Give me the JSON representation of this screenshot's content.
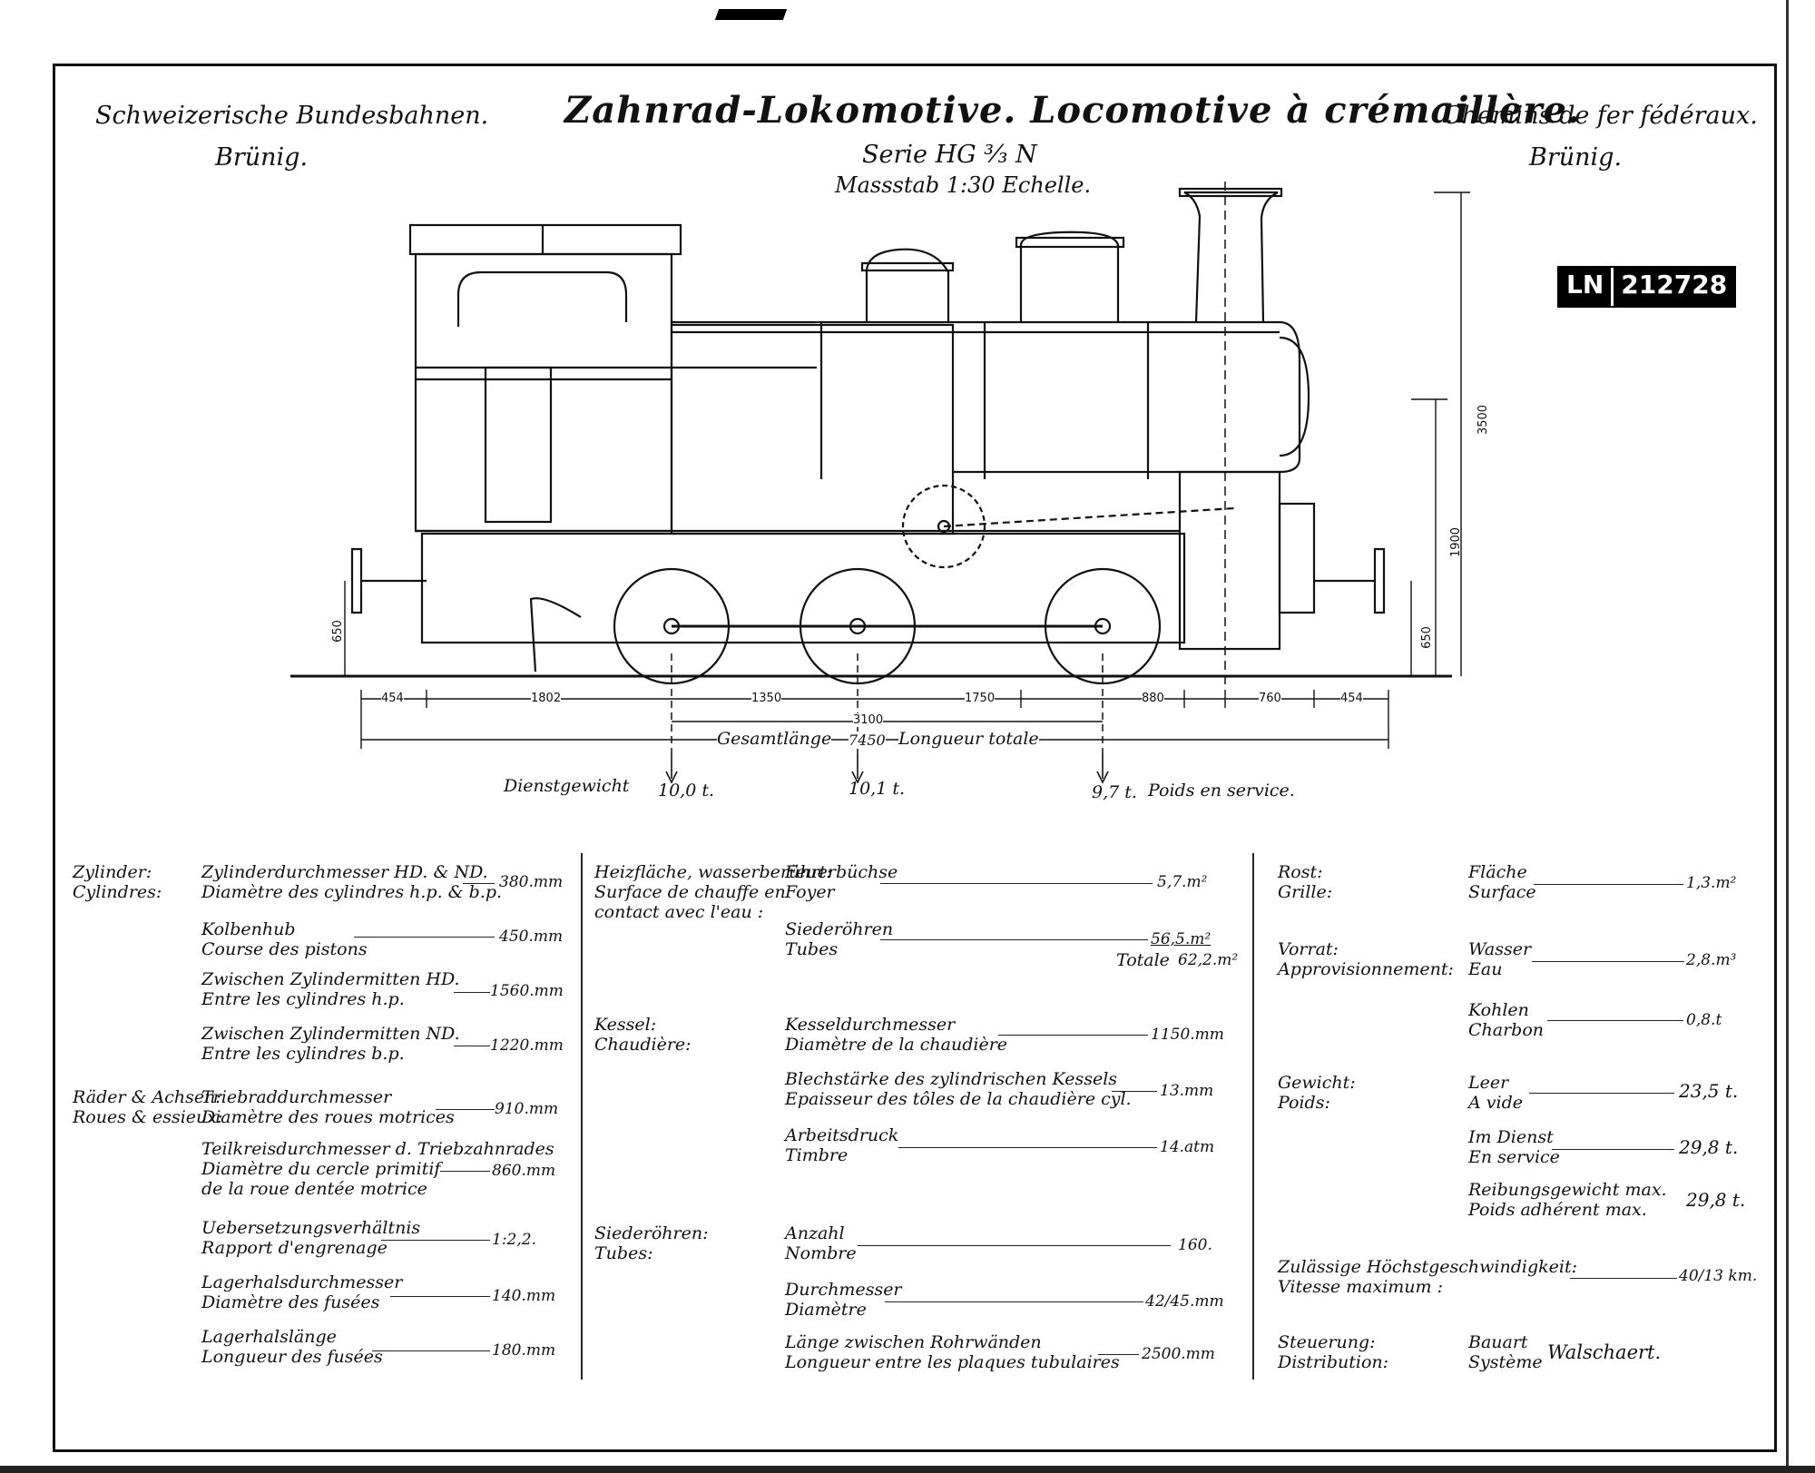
{
  "header": {
    "left_line1": "Schweizerische Bundesbahnen.",
    "left_line2": "Brünig.",
    "title": "Zahnrad-Lokomotive. Locomotive à crémaillère.",
    "series": "Serie HG ³⁄₃ N",
    "scale": "Massstab 1:30 Echelle.",
    "right_line1": "Chemins de fer fédéraux.",
    "right_line2": "Brünig."
  },
  "badge": {
    "prefix": "LN",
    "number": "212728"
  },
  "drawing": {
    "heights": {
      "total": "3500",
      "axis": "1900",
      "buffer_left": "650",
      "buffer_right": "650"
    },
    "dims": [
      "454",
      "1802",
      "1350",
      "1750",
      "880",
      "760",
      "454"
    ],
    "wheelbase": "3100",
    "total_length_left": "Gesamtlänge",
    "total_length_value": "7450",
    "total_length_right": "Longueur totale",
    "weight_label": "Dienstgewicht",
    "weights": [
      "10,0 t.",
      "10,1 t.",
      "9,7 t."
    ],
    "weight_label_fr": "Poids en service."
  },
  "specs": {
    "col1": [
      {
        "group": [
          "Zylinder:",
          "Cylindres:"
        ],
        "label": [
          "Zylinderdurchmesser HD. & ND.",
          "Diamètre des cylindres h.p. & b.p."
        ],
        "value": "380.mm"
      },
      {
        "group": [],
        "label": [
          "Kolbenhub",
          "Course des pistons"
        ],
        "value": "450.mm"
      },
      {
        "group": [],
        "label": [
          "Zwischen Zylindermitten HD.",
          "Entre les cylindres h.p."
        ],
        "value": "1560.mm"
      },
      {
        "group": [],
        "label": [
          "Zwischen Zylindermitten ND.",
          "Entre les cylindres b.p."
        ],
        "value": "1220.mm"
      },
      {
        "group": [
          "Räder & Achsen:",
          "Roues & essieux:"
        ],
        "label": [
          "Triebraddurchmesser",
          "Diamètre des roues motrices"
        ],
        "value": "910.mm"
      },
      {
        "group": [],
        "label": [
          "Teilkreisdurchmesser d. Triebzahnrades",
          "Diamètre du cercle primitif",
          "de la roue dentée motrice"
        ],
        "value": "860.mm"
      },
      {
        "group": [],
        "label": [
          "Uebersetzungsverhältnis",
          "Rapport d'engrenage"
        ],
        "value": "1:2,2."
      },
      {
        "group": [],
        "label": [
          "Lagerhalsdurchmesser",
          "Diamètre des fusées"
        ],
        "value": "140.mm"
      },
      {
        "group": [],
        "label": [
          "Lagerhalslänge",
          "Longueur des fusées"
        ],
        "value": "180.mm"
      }
    ],
    "col2": [
      {
        "group": [
          "Heizfläche, wasserberührt:",
          "Surface de chauffe en",
          "contact avec l'eau :"
        ],
        "label": [
          "Feuerbüchse",
          "Foyer"
        ],
        "value": "5,7.m²"
      },
      {
        "group": [],
        "label": [
          "Siederöhren",
          "Tubes"
        ],
        "value": "56,5.m²"
      },
      {
        "group": [],
        "label": [
          "Totale"
        ],
        "value": "62,2.m²"
      },
      {
        "group": [
          "Kessel:",
          "Chaudière:"
        ],
        "label": [
          "Kesseldurchmesser",
          "Diamètre de la chaudière"
        ],
        "value": "1150.mm"
      },
      {
        "group": [],
        "label": [
          "Blechstärke des zylindrischen Kessels",
          "Epaisseur des tôles de la chaudière cyl."
        ],
        "value": "13.mm"
      },
      {
        "group": [],
        "label": [
          "Arbeitsdruck",
          "Timbre"
        ],
        "value": "14.atm"
      },
      {
        "group": [
          "Siederöhren:",
          "Tubes:"
        ],
        "label": [
          "Anzahl",
          "Nombre"
        ],
        "value": "160."
      },
      {
        "group": [],
        "label": [
          "Durchmesser",
          "Diamètre"
        ],
        "value": "42/45.mm"
      },
      {
        "group": [],
        "label": [
          "Länge zwischen Rohrwänden",
          "Longueur entre les plaques tubulaires"
        ],
        "value": "2500.mm"
      }
    ],
    "col3": [
      {
        "group": [
          "Rost:",
          "Grille:"
        ],
        "label": [
          "Fläche",
          "Surface"
        ],
        "value": "1,3.m²"
      },
      {
        "group": [
          "Vorrat:",
          "Approvisionnement:"
        ],
        "label": [
          "Wasser",
          "Eau"
        ],
        "value": "2,8.m³"
      },
      {
        "group": [],
        "label": [
          "Kohlen",
          "Charbon"
        ],
        "value": "0,8.t"
      },
      {
        "group": [
          "Gewicht:",
          "Poids:"
        ],
        "label": [
          "Leer",
          "A vide"
        ],
        "value": "23,5 t."
      },
      {
        "group": [],
        "label": [
          "Im Dienst",
          "En service"
        ],
        "value": "29,8 t."
      },
      {
        "group": [],
        "label": [
          "Reibungsgewicht max.",
          "Poids adhérent max."
        ],
        "value": "29,8 t."
      },
      {
        "group": [],
        "label": [
          "Zulässige Höchstgeschwindigkeit:",
          "Vitesse maximum :"
        ],
        "value": "40/13 km."
      },
      {
        "group": [
          "Steuerung:",
          "Distribution:"
        ],
        "label": [
          "Bauart",
          "Système"
        ],
        "value": "Walschaert."
      }
    ]
  }
}
